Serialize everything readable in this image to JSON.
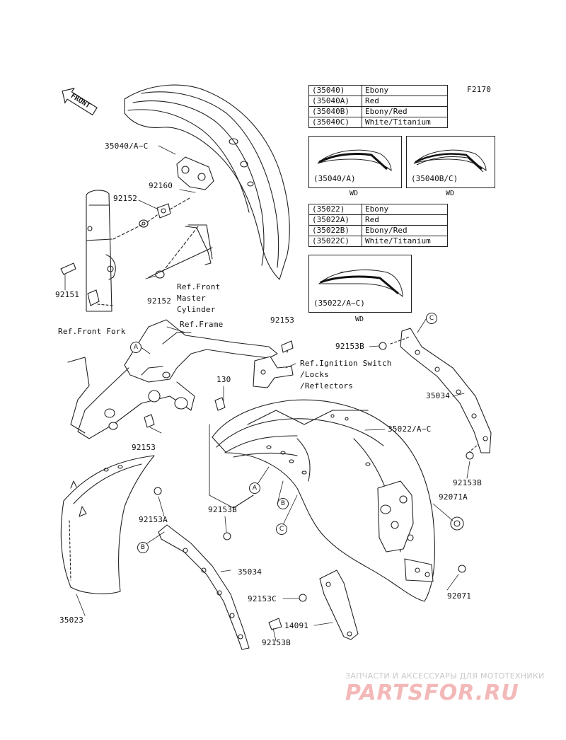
{
  "figure_code": "F2170",
  "front_label": "FRONT",
  "color_tables": [
    {
      "rows": [
        {
          "part": "(35040)",
          "color": "Ebony"
        },
        {
          "part": "(35040A)",
          "color": "Red"
        },
        {
          "part": "(35040B)",
          "color": "Ebony/Red"
        },
        {
          "part": "(35040C)",
          "color": "White/Titanium"
        }
      ]
    },
    {
      "rows": [
        {
          "part": "(35022)",
          "color": "Ebony"
        },
        {
          "part": "(35022A)",
          "color": "Red"
        },
        {
          "part": "(35022B)",
          "color": "Ebony/Red"
        },
        {
          "part": "(35022C)",
          "color": "White/Titanium"
        }
      ]
    }
  ],
  "variants": [
    {
      "label": "(35040/A)",
      "note": "WD"
    },
    {
      "label": "(35040B/C)",
      "note": "WD"
    },
    {
      "label": "(35022/A~C)",
      "note": "WD"
    }
  ],
  "part_labels": {
    "p35040": "35040/A~C",
    "p92160": "92160",
    "p92152a": "92152",
    "p92152b": "92152",
    "p92151": "92151",
    "p92153_top": "92153",
    "p92153b_right_top": "92153B",
    "p35034_right": "35034",
    "p130": "130",
    "p35022": "35022/A~C",
    "p92153_left": "92153",
    "p92153b_right_mid": "92153B",
    "p92071a": "92071A",
    "p92153a": "92153A",
    "p92153b_mid": "92153B",
    "p35034_mid": "35034",
    "p92071": "92071",
    "p92153c": "92153C",
    "p35023": "35023",
    "p14091": "14091",
    "p92153b_bottom": "92153B"
  },
  "ref_labels": {
    "front_master_cylinder": "Ref.Front\nMaster\nCylinder",
    "front_fork": "Ref.Front Fork",
    "frame": "Ref.Frame",
    "ignition": "Ref.Ignition Switch\n/Locks\n/Reflectors"
  },
  "callouts": {
    "a": "A",
    "b": "B",
    "c": "C"
  },
  "watermark": {
    "subtitle": "ЗАПЧАСТИ И АКСЕССУАРЫ ДЛЯ МОТОТЕХНИКИ",
    "logo": "PARTSFOR.RU"
  }
}
